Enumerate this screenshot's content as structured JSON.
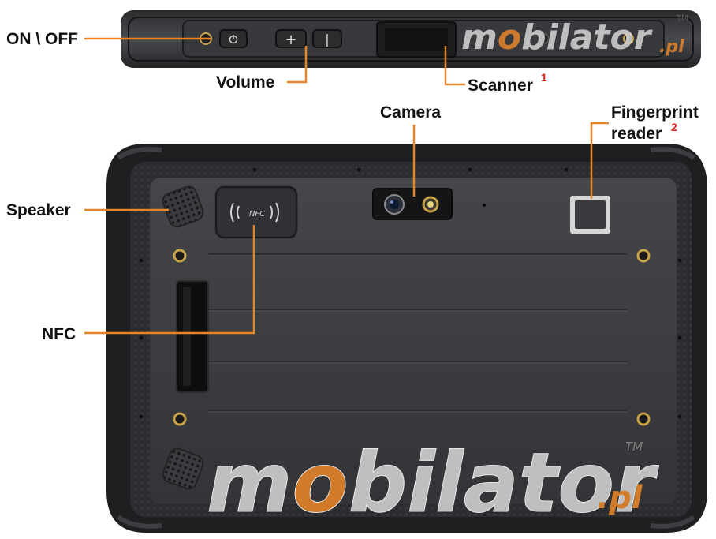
{
  "labels": {
    "on_off": "ON \\ OFF",
    "volume": "Volume",
    "scanner": "Scanner",
    "scanner_note": "1",
    "camera": "Camera",
    "fingerprint_line1": "Fingerprint",
    "fingerprint_line2": "reader",
    "fingerprint_note": "2",
    "speaker": "Speaker",
    "nfc": "NFC"
  },
  "device": {
    "nfc_text": "NFC",
    "volume_plus": "+",
    "volume_minus": "|"
  },
  "watermark": {
    "prefix": "m",
    "o": "o",
    "suffix": "bilator",
    "domain": ".pl",
    "tm": "TM"
  },
  "colors": {
    "leader": "#e8852a",
    "body": "#3b3c3e",
    "bumper": "#1e1f21",
    "note": "#e0201a",
    "screw": "#c9a24a"
  }
}
